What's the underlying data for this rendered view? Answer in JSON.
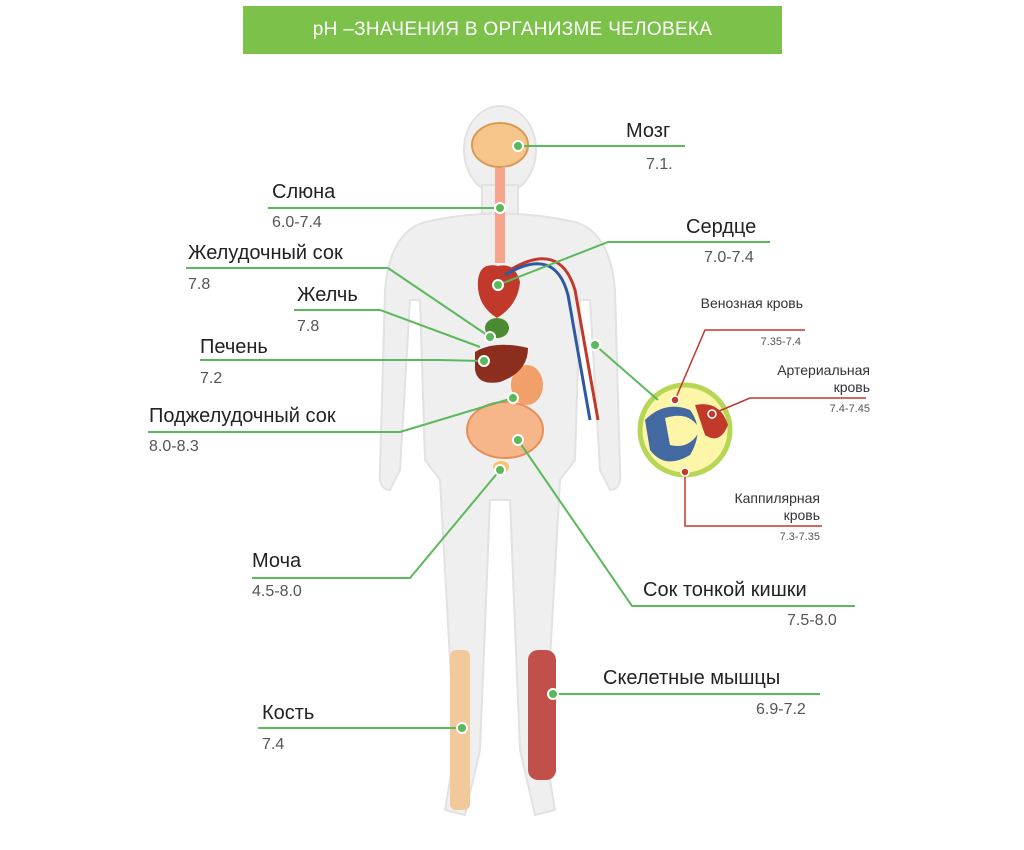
{
  "title": "pH –ЗНАЧЕНИЯ В ОРГАНИЗМЕ ЧЕЛОВЕКА",
  "colors": {
    "accent": "#7cc24a",
    "line_green": "#5cb85c",
    "line_red": "#c0392b",
    "body": "#f0f0f0"
  },
  "organs": [
    {
      "key": "brain",
      "label": "Мозг",
      "value": "7.1."
    },
    {
      "key": "saliva",
      "label": "Слюна",
      "value": "6.0-7.4"
    },
    {
      "key": "heart",
      "label": "Сердце",
      "value": "7.0-7.4"
    },
    {
      "key": "gastric",
      "label": "Желудочный сок",
      "value": "7.8"
    },
    {
      "key": "bile",
      "label": "Желчь",
      "value": "7.8"
    },
    {
      "key": "liver",
      "label": "Печень",
      "value": "7.2"
    },
    {
      "key": "pancreatic",
      "label": "Поджелудочный сок",
      "value": "8.0-8.3"
    },
    {
      "key": "urine",
      "label": "Моча",
      "value": "4.5-8.0"
    },
    {
      "key": "intestinal",
      "label": "Сок тонкой кишки",
      "value": "7.5-8.0"
    },
    {
      "key": "muscles",
      "label": "Скелетные мышцы",
      "value": "6.9-7.2"
    },
    {
      "key": "bone",
      "label": "Кость",
      "value": "7.4"
    }
  ],
  "blood": [
    {
      "key": "venous",
      "label": "Венозная кровь",
      "value": "7.35-7.4"
    },
    {
      "key": "arterial",
      "label": "Артериальная кровь",
      "value": "7.4-7.45"
    },
    {
      "key": "capillary",
      "label": "Каппилярная кровь",
      "value": "7.3-7.35"
    }
  ]
}
